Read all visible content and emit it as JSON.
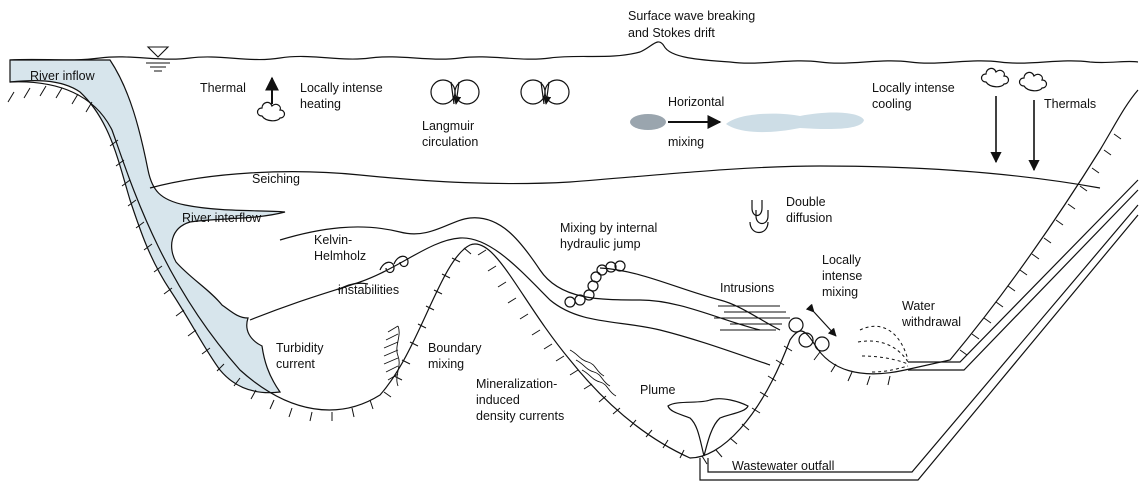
{
  "labels": {
    "surface_wave": [
      "Surface wave breaking",
      "and Stokes drift"
    ],
    "river_inflow": "River inflow",
    "thermal": "Thermal",
    "heating": [
      "Locally intense",
      "heating"
    ],
    "langmuir": [
      "Langmuir",
      "circulation"
    ],
    "horizontal": [
      "Horizontal",
      "mixing"
    ],
    "cooling": [
      "Locally intense",
      "cooling"
    ],
    "thermals": "Thermals",
    "seiching": "Seiching",
    "river_interflow": "River interflow",
    "double_diffusion": [
      "Double",
      "diffusion"
    ],
    "internal_jump": [
      "Mixing by internal",
      "hydraulic jump"
    ],
    "kelvin": [
      "Kelvin-",
      "Helmholz",
      "instabilities"
    ],
    "intrusions": "Intrusions",
    "local_mixing": [
      "Locally",
      "intense",
      "mixing"
    ],
    "withdrawal": [
      "Water",
      "withdrawal"
    ],
    "turbidity": [
      "Turbidity",
      "current"
    ],
    "boundary": [
      "Boundary",
      "mixing"
    ],
    "mineralization": [
      "Mineralization-",
      "induced",
      "density currents"
    ],
    "plume": "Plume",
    "outfall": "Wastewater outfall"
  },
  "colors": {
    "river_fill": "#d7e5ec",
    "dark_patch": "#9aa5ae",
    "light_patch": "#cddde6",
    "line": "#111111"
  }
}
